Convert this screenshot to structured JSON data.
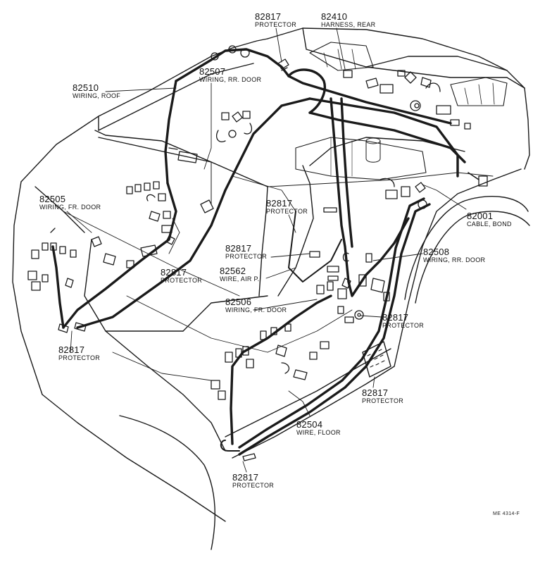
{
  "callouts": [
    {
      "id": "c1",
      "number": "82817",
      "name": "PROTECTOR"
    },
    {
      "id": "c2",
      "number": "82410",
      "name": "HARNESS, REAR"
    },
    {
      "id": "c3",
      "number": "82507",
      "name": "WIRING, RR. DOOR"
    },
    {
      "id": "c4",
      "number": "82510",
      "name": "WIRING, ROOF"
    },
    {
      "id": "c5",
      "number": "82505",
      "name": "WIRING, FR. DOOR"
    },
    {
      "id": "c6",
      "number": "82817",
      "name": "PROTECTOR"
    },
    {
      "id": "c7",
      "number": "82001",
      "name": "CABLE, BOND"
    },
    {
      "id": "c8",
      "number": "82817",
      "name": "PROTECTOR"
    },
    {
      "id": "c9",
      "number": "82562",
      "name": "WIRE, AIR P."
    },
    {
      "id": "c10",
      "number": "82508",
      "name": "WIRING, RR. DOOR"
    },
    {
      "id": "c11",
      "number": "82817",
      "name": "PROTECTOR"
    },
    {
      "id": "c12",
      "number": "82506",
      "name": "WIRING, FR. DOOR"
    },
    {
      "id": "c13",
      "number": "82817",
      "name": "PROTECTOR"
    },
    {
      "id": "c14",
      "number": "82817",
      "name": "PROTECTOR"
    },
    {
      "id": "c15",
      "number": "82817",
      "name": "PROTECTOR"
    },
    {
      "id": "c16",
      "number": "82504",
      "name": "WIRE, FLOOR"
    },
    {
      "id": "c17",
      "number": "82817",
      "name": "PROTECTOR"
    }
  ],
  "figure_ref": "ME 4314-F"
}
